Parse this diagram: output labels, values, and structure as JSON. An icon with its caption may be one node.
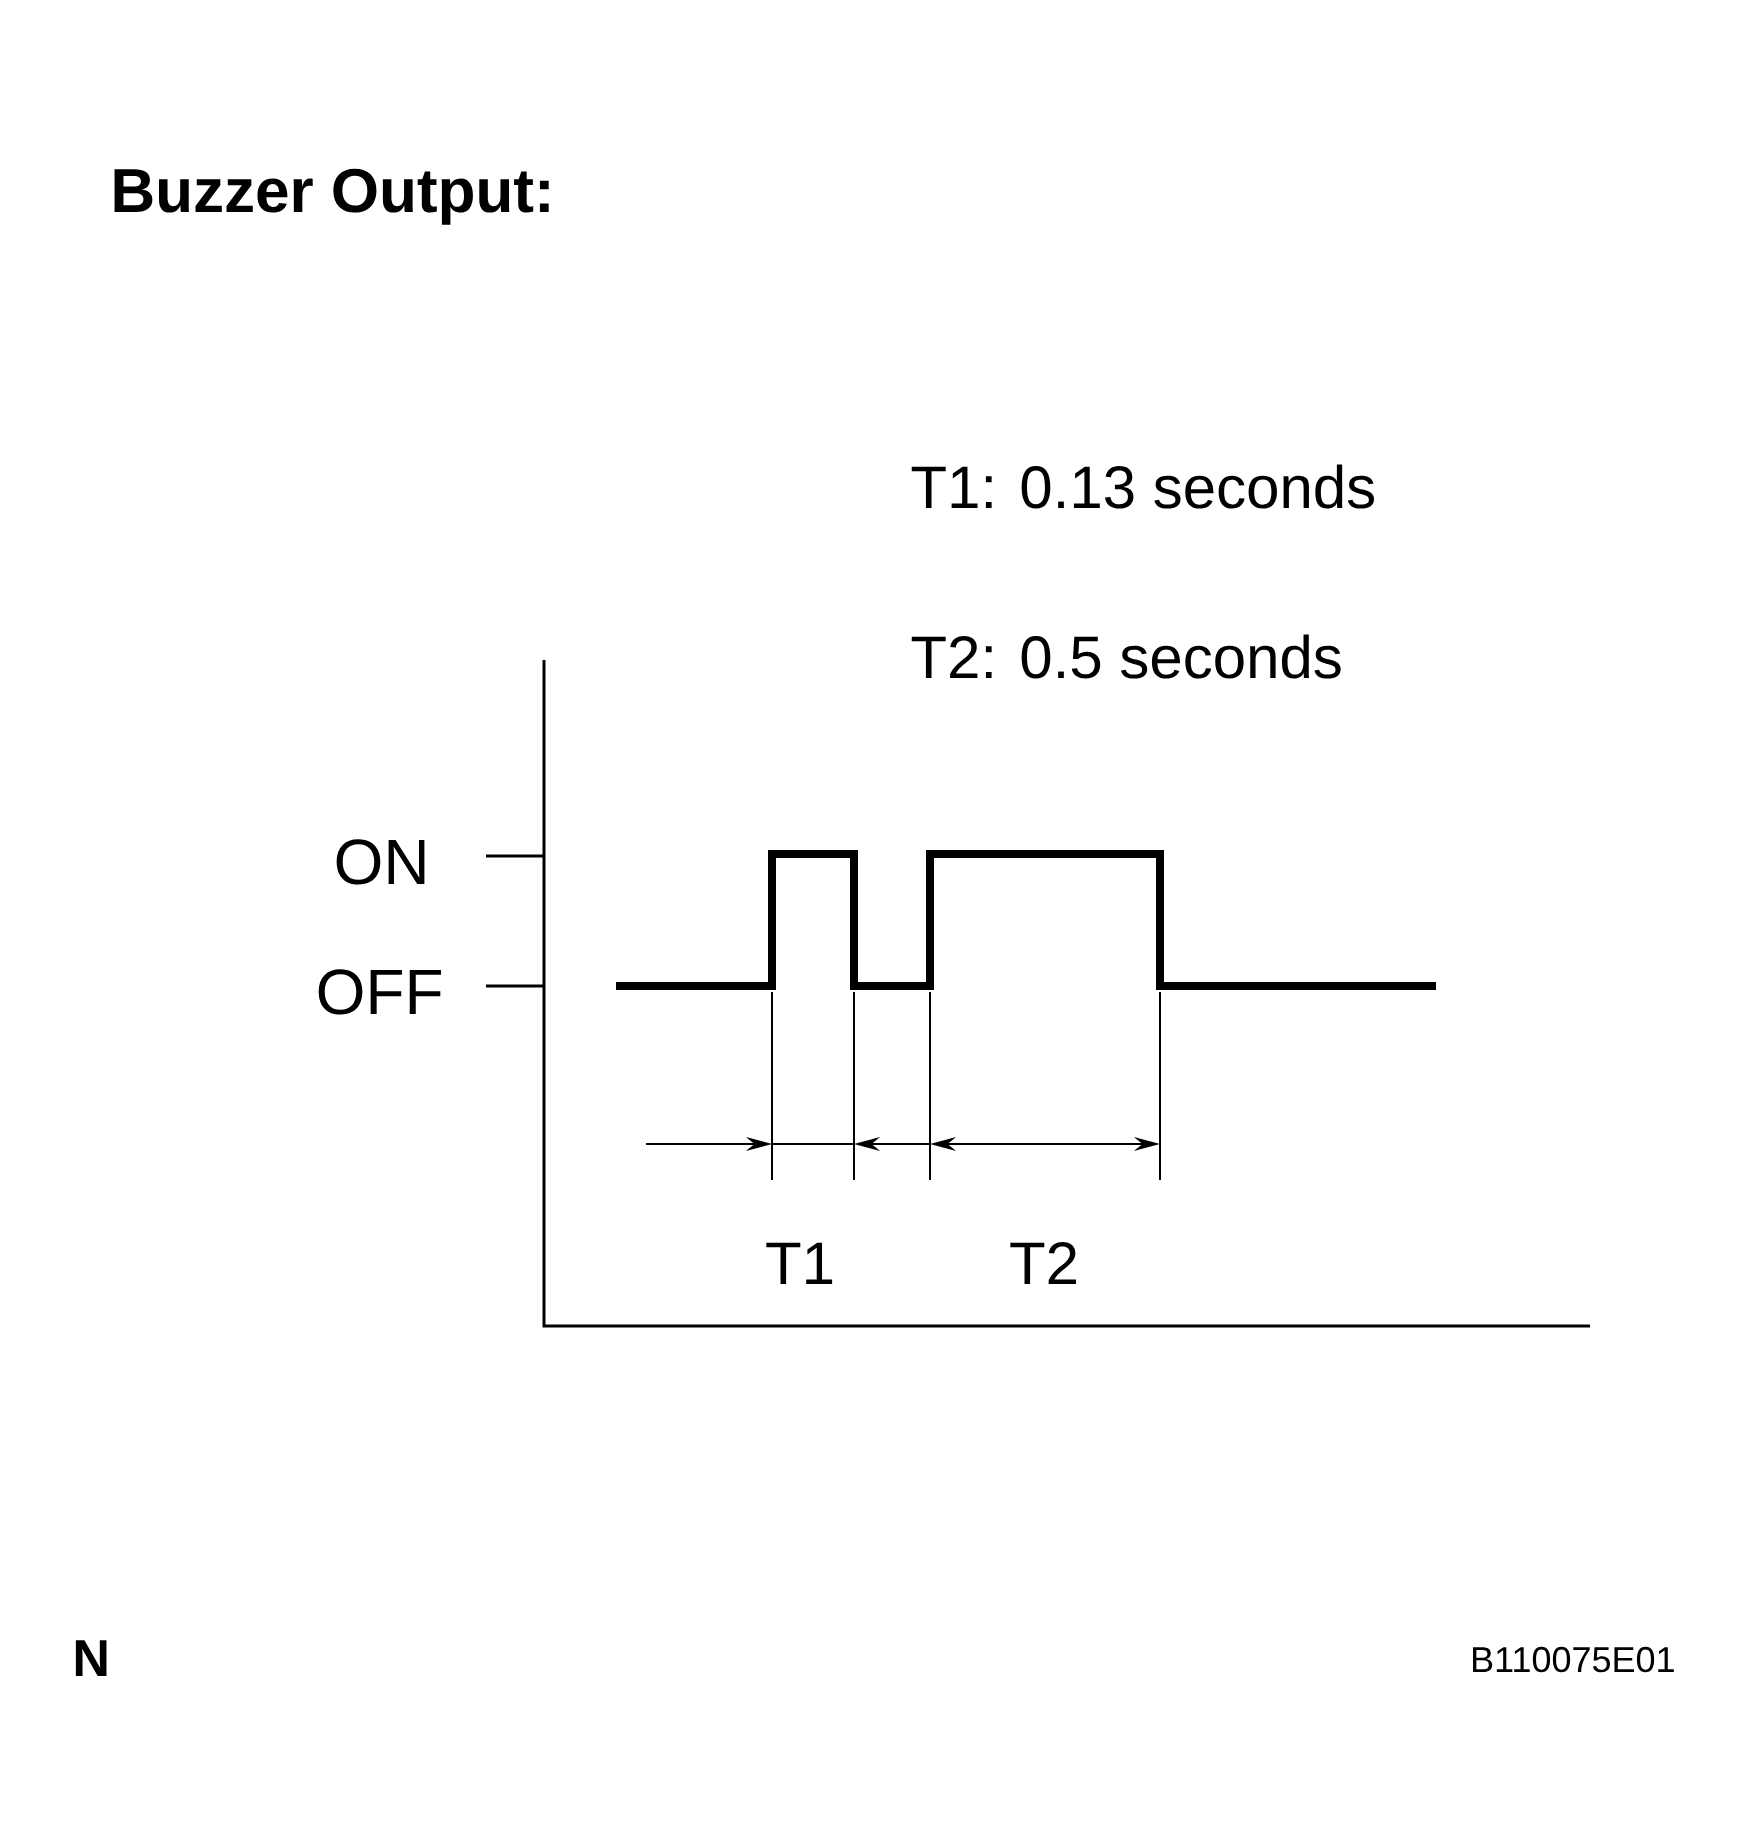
{
  "diagram": {
    "title": "Buzzer Output:",
    "labels": [
      "T1: 0.13 seconds",
      "T2: 0.5 seconds",
      "ON",
      "OFF",
      "T1",
      "T2",
      "N",
      "B110075E01"
    ]
  }
}
